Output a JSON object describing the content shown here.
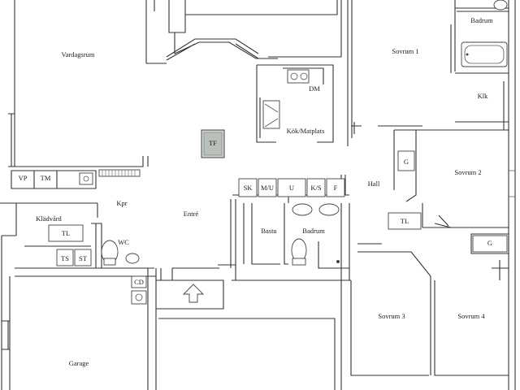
{
  "rooms": {
    "vardagsrum": "Vardagsrum",
    "badrum_top": "Badrum",
    "sovrum1": "Sovrum 1",
    "klk": "Klk",
    "dm": "DM",
    "kok": "Kök/Matplats",
    "tf": "TF",
    "sovrum2": "Sovrum 2",
    "g_left": "G",
    "vp": "VP",
    "tm": "TM",
    "kpr": "Kpr",
    "hall": "Hall",
    "klädvård": "Klädvård",
    "tl_left": "TL",
    "entre": "Entré",
    "sk": "SK",
    "mu": "M/U",
    "u": "U",
    "ks": "K/S",
    "f": "F",
    "tl_right": "TL",
    "bastu": "Bastu",
    "badrum": "Badrum",
    "wc": "WC",
    "g_right": "G",
    "ts": "TS",
    "st": "ST",
    "cd": "CD",
    "sovrum3": "Sovrum 3",
    "sovrum4": "Sovrum 4",
    "garage": "Garage"
  },
  "icons": {
    "entry_arrow": "up-arrow-icon"
  }
}
